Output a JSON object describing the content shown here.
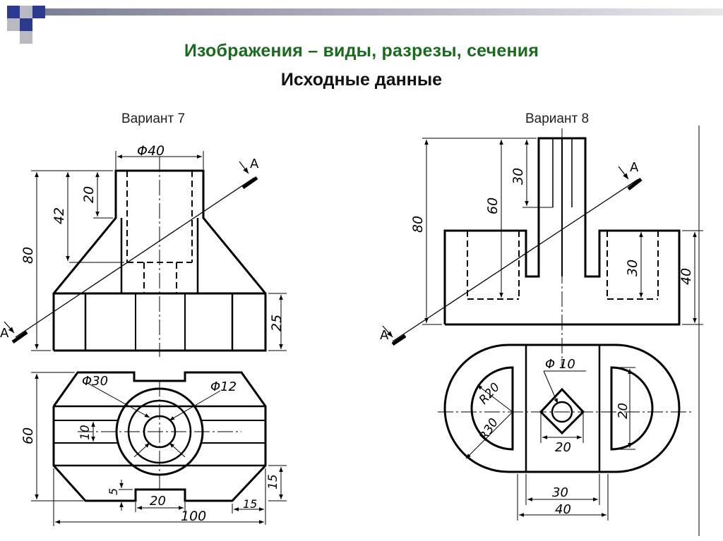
{
  "slide": {
    "title": "Изображения – виды,  разрезы,  сечения",
    "subtitle": "Исходные данные"
  },
  "variants": [
    {
      "label": "Вариант 7",
      "section_label_top": "А",
      "section_label_bottom": "А",
      "dims": {
        "d40": "Φ40",
        "d42": "42",
        "d20": "20",
        "d80": "80",
        "d25": "25",
        "d30": "Φ30",
        "d12": "Φ12",
        "d10": "10",
        "d60": "60",
        "d5": "5",
        "d20b": "20",
        "d15v": "15",
        "d15h": "15",
        "d100": "100"
      }
    },
    {
      "label": "Вариант 8",
      "section_label_top": "А",
      "section_label_bottom": "А",
      "dims": {
        "d80": "80",
        "d60": "60",
        "d30a": "30",
        "d30b": "30",
        "d40v": "40",
        "d10": "Φ 10",
        "r20": "R20",
        "r30": "R30",
        "d20v": "20",
        "d20h": "20",
        "d30h": "30",
        "d40h": "40"
      }
    }
  ],
  "colors": {
    "title": "#1b6b1e",
    "deco_blue": "#2b3a8c",
    "deco_grey": "#b9b9c4",
    "line": "#000000"
  }
}
